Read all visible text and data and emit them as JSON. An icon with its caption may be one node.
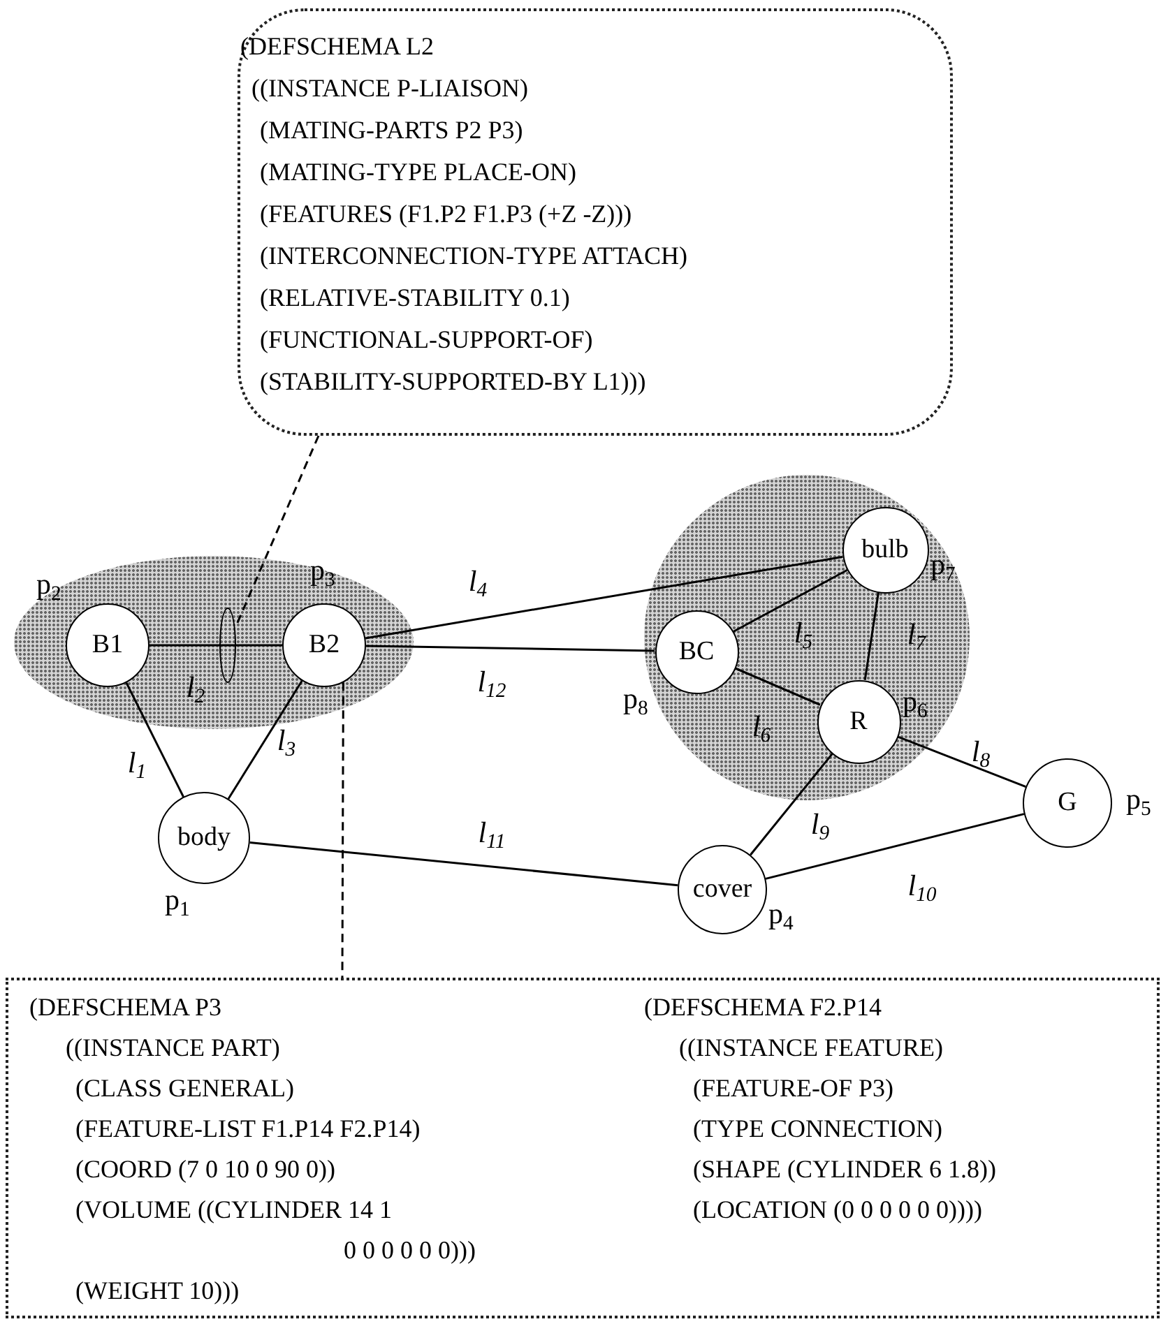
{
  "diagram": {
    "nodes": [
      {
        "text": [
          "(DEFSCHEMA L2",
          "((INSTANCE P-LIAISON)",
          "(MATING-PARTS P2 P3)",
          "(MATING-TYPE PLACE-ON)",
          "(FEATURES (F1.P2 F1.P3 (+Z -Z)))",
          "(INTERCONNECTION-TYPE ATTACH)",
          "(RELATIVE-STABILITY 0.1)",
          "(FUNCTIONAL-SUPPORT-OF)",
          "(STABILITY-SUPPORTED-BY L1)))"
        ]
      },
      {
        "text": [],
        "shape": "ellipse"
      },
      {
        "text": [
          "B1"
        ],
        "in": 1,
        "beside": [
          "p$_{2}$"
        ]
      },
      {
        "text": [],
        "shape": "ellipse",
        "in": 1
      },
      {
        "text": [
          "B2"
        ],
        "in": 1,
        "beside": [
          "p$_{3}$"
        ]
      },
      {
        "text": [
          "body"
        ],
        "beside": [
          "p$_{1}$"
        ]
      },
      {
        "text": [],
        "shape": "circle"
      },
      {
        "text": [
          "bulb"
        ],
        "in": 6,
        "beside": [
          "p$_{7}$"
        ]
      },
      {
        "text": [
          "BC"
        ],
        "in": 6,
        "beside": [
          "p$_{8}$"
        ]
      },
      {
        "text": [
          "R"
        ],
        "in": 6,
        "beside": [
          "p$_{6}$"
        ]
      },
      {
        "text": [
          "G"
        ],
        "beside": [
          "p$_{5}$"
        ]
      },
      {
        "text": [
          "cover"
        ],
        "beside": [
          "p$_{4}$"
        ]
      },
      {
        "text": [
          "(DEFSCHEMA P3",
          "((INSTANCE PART)",
          "(CLASS GENERAL)",
          "(FEATURE-LIST F1.P14 F2.P14)",
          "(COORD (7 0 10 0 90 0))",
          "(VOLUME ((CYLINDER 14 1",
          "0 0 0 0 0 0)))",
          "(WEIGHT 10)))",
          "(DEFSCHEMA F2.P14",
          "((INSTANCE FEATURE)",
          "(FEATURE-OF P3)",
          "(TYPE CONNECTION)",
          "(SHAPE (CYLINDER 6 1.8))",
          "(LOCATION (0 0 0 0 0 0))))"
        ]
      }
    ],
    "edges": [
      {
        "from": 2,
        "to": 5,
        "arrow": "none",
        "label": "l$_{1}$"
      },
      {
        "from": 2,
        "to": 4,
        "arrow": "none",
        "label": "l$_{2}$"
      },
      {
        "from": 4,
        "to": 5,
        "arrow": "none",
        "label": "l$_{3}$"
      },
      {
        "from": 4,
        "to": 7,
        "arrow": "none",
        "label": "l$_{4}$"
      },
      {
        "from": 7,
        "to": 8,
        "arrow": "none",
        "label": "l$_{5}$"
      },
      {
        "from": 8,
        "to": 9,
        "arrow": "none",
        "label": "l$_{6}$"
      },
      {
        "from": 7,
        "to": 9,
        "arrow": "none",
        "label": "l$_{7}$"
      },
      {
        "from": 9,
        "to": 10,
        "arrow": "none",
        "label": "l$_{8}$"
      },
      {
        "from": 9,
        "to": 11,
        "arrow": "none",
        "label": "l$_{9}$"
      },
      {
        "from": 11,
        "to": 10,
        "arrow": "none",
        "label": "l$_{10}$"
      },
      {
        "from": 5,
        "to": 11,
        "arrow": "none",
        "label": "l$_{11}$"
      },
      {
        "from": 4,
        "to": 8,
        "arrow": "none",
        "label": "l$_{12}$"
      },
      {
        "from": 0,
        "to": 3,
        "arrow": "none",
        "style": "dashed"
      },
      {
        "from": 4,
        "to": 12,
        "arrow": "none",
        "style": "dashed"
      }
    ]
  }
}
